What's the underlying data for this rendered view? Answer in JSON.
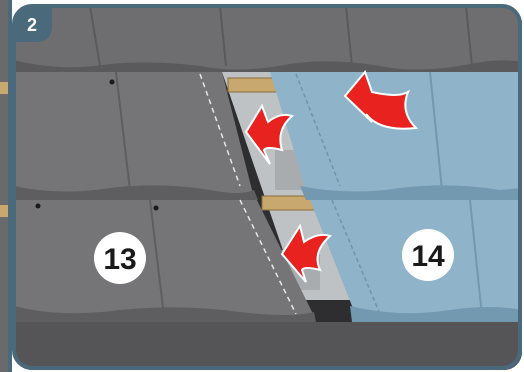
{
  "step": {
    "number": "2"
  },
  "labels": {
    "left_tile": "13",
    "right_tile": "14"
  },
  "colors": {
    "frame": "#4a6a7c",
    "grey_tile": "#6e6e70",
    "grey_tile_light": "#7c7c7e",
    "grey_tile_dark": "#525254",
    "blue_tile": "#8fb3c9",
    "blue_tile_dark": "#6f93a8",
    "batten": "#c8a86e",
    "arrow": "#e8231f",
    "underlay": "#bfc2c4"
  },
  "icons": [
    "arrow-icon",
    "arrow-icon",
    "arrow-icon"
  ]
}
